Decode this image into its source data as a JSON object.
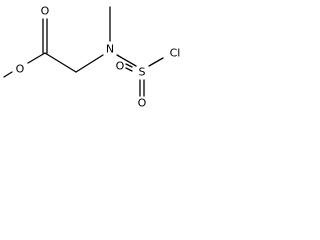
{
  "molecule": {
    "atoms": {
      "ester_oxygen": "O",
      "carbonyl_oxygen": "O",
      "nitrogen": "N",
      "sulfur": "S",
      "sulfonyl_oxygen_top": "O",
      "sulfonyl_oxygen_bottom": "O",
      "chlorine": "Cl"
    }
  }
}
